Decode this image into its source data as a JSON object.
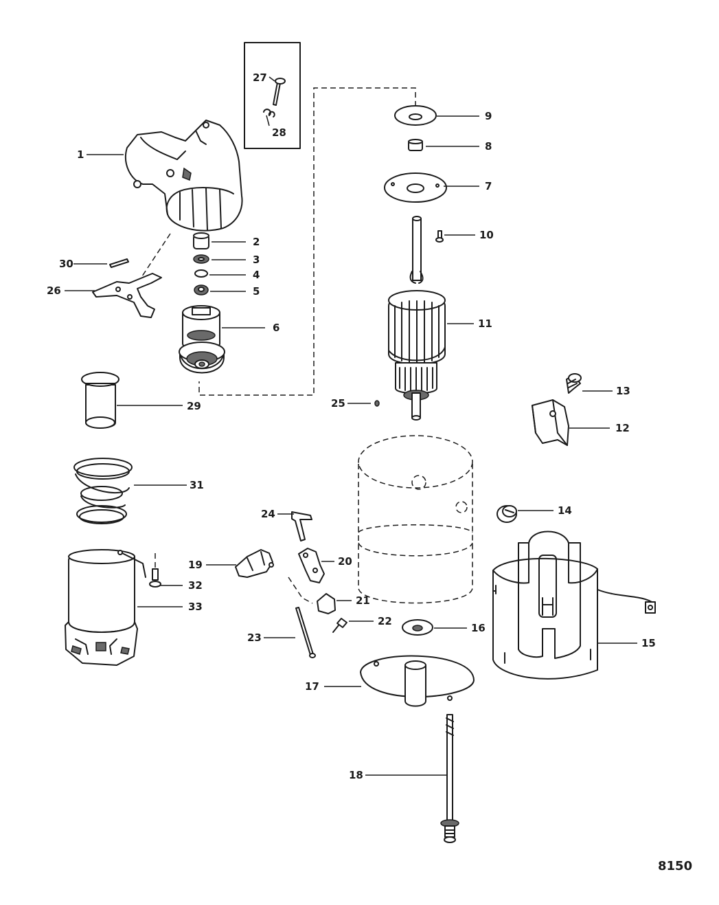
{
  "figure_number": "8150",
  "callouts": [
    {
      "id": "1",
      "label": "1"
    },
    {
      "id": "2",
      "label": "2"
    },
    {
      "id": "3",
      "label": "3"
    },
    {
      "id": "4",
      "label": "4"
    },
    {
      "id": "5",
      "label": "5"
    },
    {
      "id": "6",
      "label": "6"
    },
    {
      "id": "7",
      "label": "7"
    },
    {
      "id": "8",
      "label": "8"
    },
    {
      "id": "9",
      "label": "9"
    },
    {
      "id": "10",
      "label": "10"
    },
    {
      "id": "11",
      "label": "11"
    },
    {
      "id": "12",
      "label": "12"
    },
    {
      "id": "13",
      "label": "13"
    },
    {
      "id": "14",
      "label": "14"
    },
    {
      "id": "15",
      "label": "15"
    },
    {
      "id": "16",
      "label": "16"
    },
    {
      "id": "17",
      "label": "17"
    },
    {
      "id": "18",
      "label": "18"
    },
    {
      "id": "19",
      "label": "19"
    },
    {
      "id": "20",
      "label": "20"
    },
    {
      "id": "21",
      "label": "21"
    },
    {
      "id": "22",
      "label": "22"
    },
    {
      "id": "23",
      "label": "23"
    },
    {
      "id": "24",
      "label": "24"
    },
    {
      "id": "25",
      "label": "25"
    },
    {
      "id": "26",
      "label": "26"
    },
    {
      "id": "27",
      "label": "27"
    },
    {
      "id": "28",
      "label": "28"
    },
    {
      "id": "29",
      "label": "29"
    },
    {
      "id": "30",
      "label": "30"
    },
    {
      "id": "31",
      "label": "31"
    },
    {
      "id": "32",
      "label": "32"
    },
    {
      "id": "33",
      "label": "33"
    }
  ]
}
